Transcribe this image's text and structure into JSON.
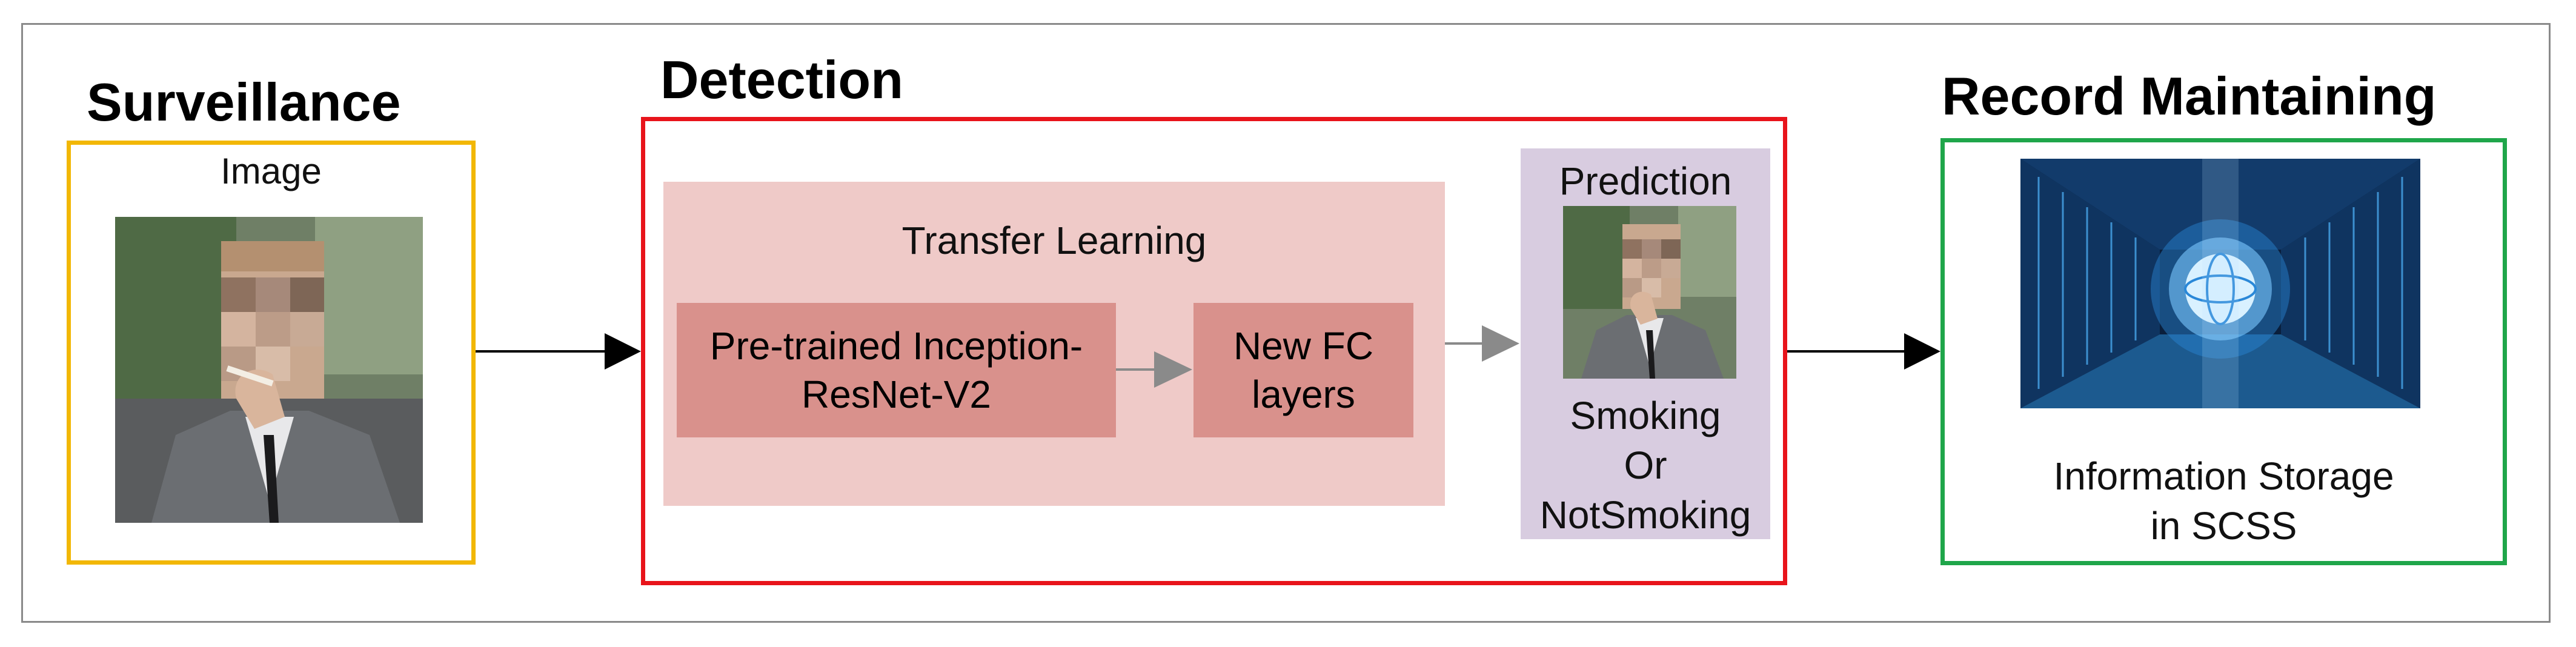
{
  "surveillance": {
    "title": "Surveillance",
    "image_label": "Image"
  },
  "detection": {
    "title": "Detection",
    "transfer_learning": "Transfer Learning",
    "pretrained_line1": "Pre-trained Inception-",
    "pretrained_line2": "ResNet-V2",
    "newfc_line1": "New FC",
    "newfc_line2": "layers",
    "prediction": "Prediction",
    "smoking": "Smoking",
    "or": "Or",
    "notsmoking": "NotSmoking"
  },
  "record": {
    "title": "Record Maintaining",
    "storage_line1": "Information Storage",
    "storage_line2": "in SCSS"
  },
  "colors": {
    "surveillance_border": "#f2b705",
    "detection_border": "#e8141b",
    "record_border": "#1fa64a",
    "transfer_bg": "#efcac8",
    "inner_box_bg": "#d9918c",
    "prediction_bg": "#d8cce0"
  }
}
